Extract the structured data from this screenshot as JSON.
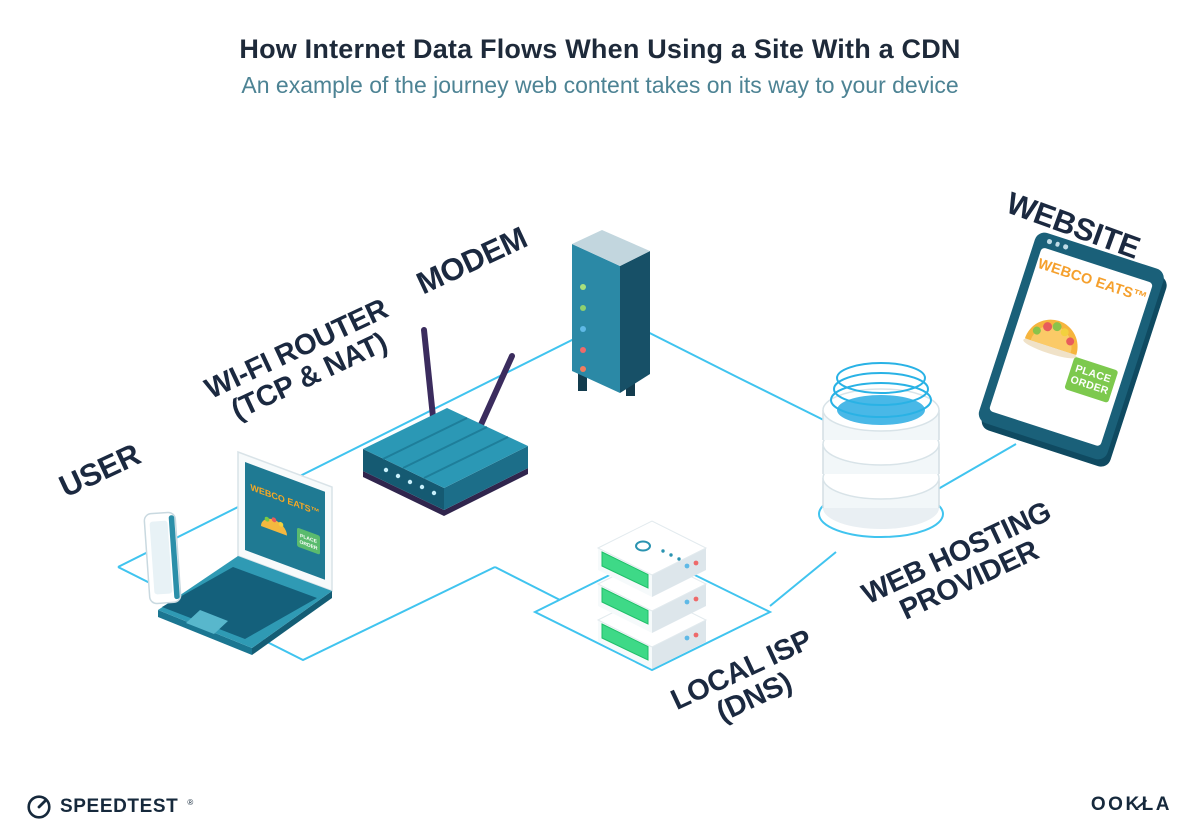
{
  "header": {
    "title": "How Internet Data Flows When Using a Site With a CDN",
    "subtitle": "An example of the journey web content takes on its way to your device"
  },
  "labels": {
    "user": "USER",
    "router_line1": "WI-FI ROUTER",
    "router_line2": "(TCP & NAT)",
    "modem": "MODEM",
    "isp_line1": "LOCAL ISP",
    "isp_line2": "(DNS)",
    "hosting_line1": "WEB HOSTING",
    "hosting_line2": "PROVIDER",
    "website": "WEBSITE"
  },
  "website_window": {
    "brand": "WEBCO EATS™",
    "order_button_line1": "PLACE",
    "order_button_line2": "ORDER"
  },
  "laptop_screen": {
    "brand": "WEBCO EATS™",
    "button_line1": "PLACE",
    "button_line2": "ORDER"
  },
  "modem_leds": [
    "#a9e07c",
    "#8fd06e",
    "#5fb9e6",
    "#ee6a6a",
    "#f07d5f"
  ],
  "footer": {
    "speedtest": "SPEEDTEST",
    "speedtest_mark": "®",
    "ookla": "OOKLA"
  },
  "colors": {
    "accent_cyan": "#40c4ef",
    "teal_dark": "#17607a",
    "teal_mid": "#2692b0",
    "navy_text": "#1b2940",
    "subtitle_teal": "#4d8394",
    "brand_orange": "#f5a02d",
    "button_green": "#7dc94e",
    "led_green": "#3ed987"
  }
}
